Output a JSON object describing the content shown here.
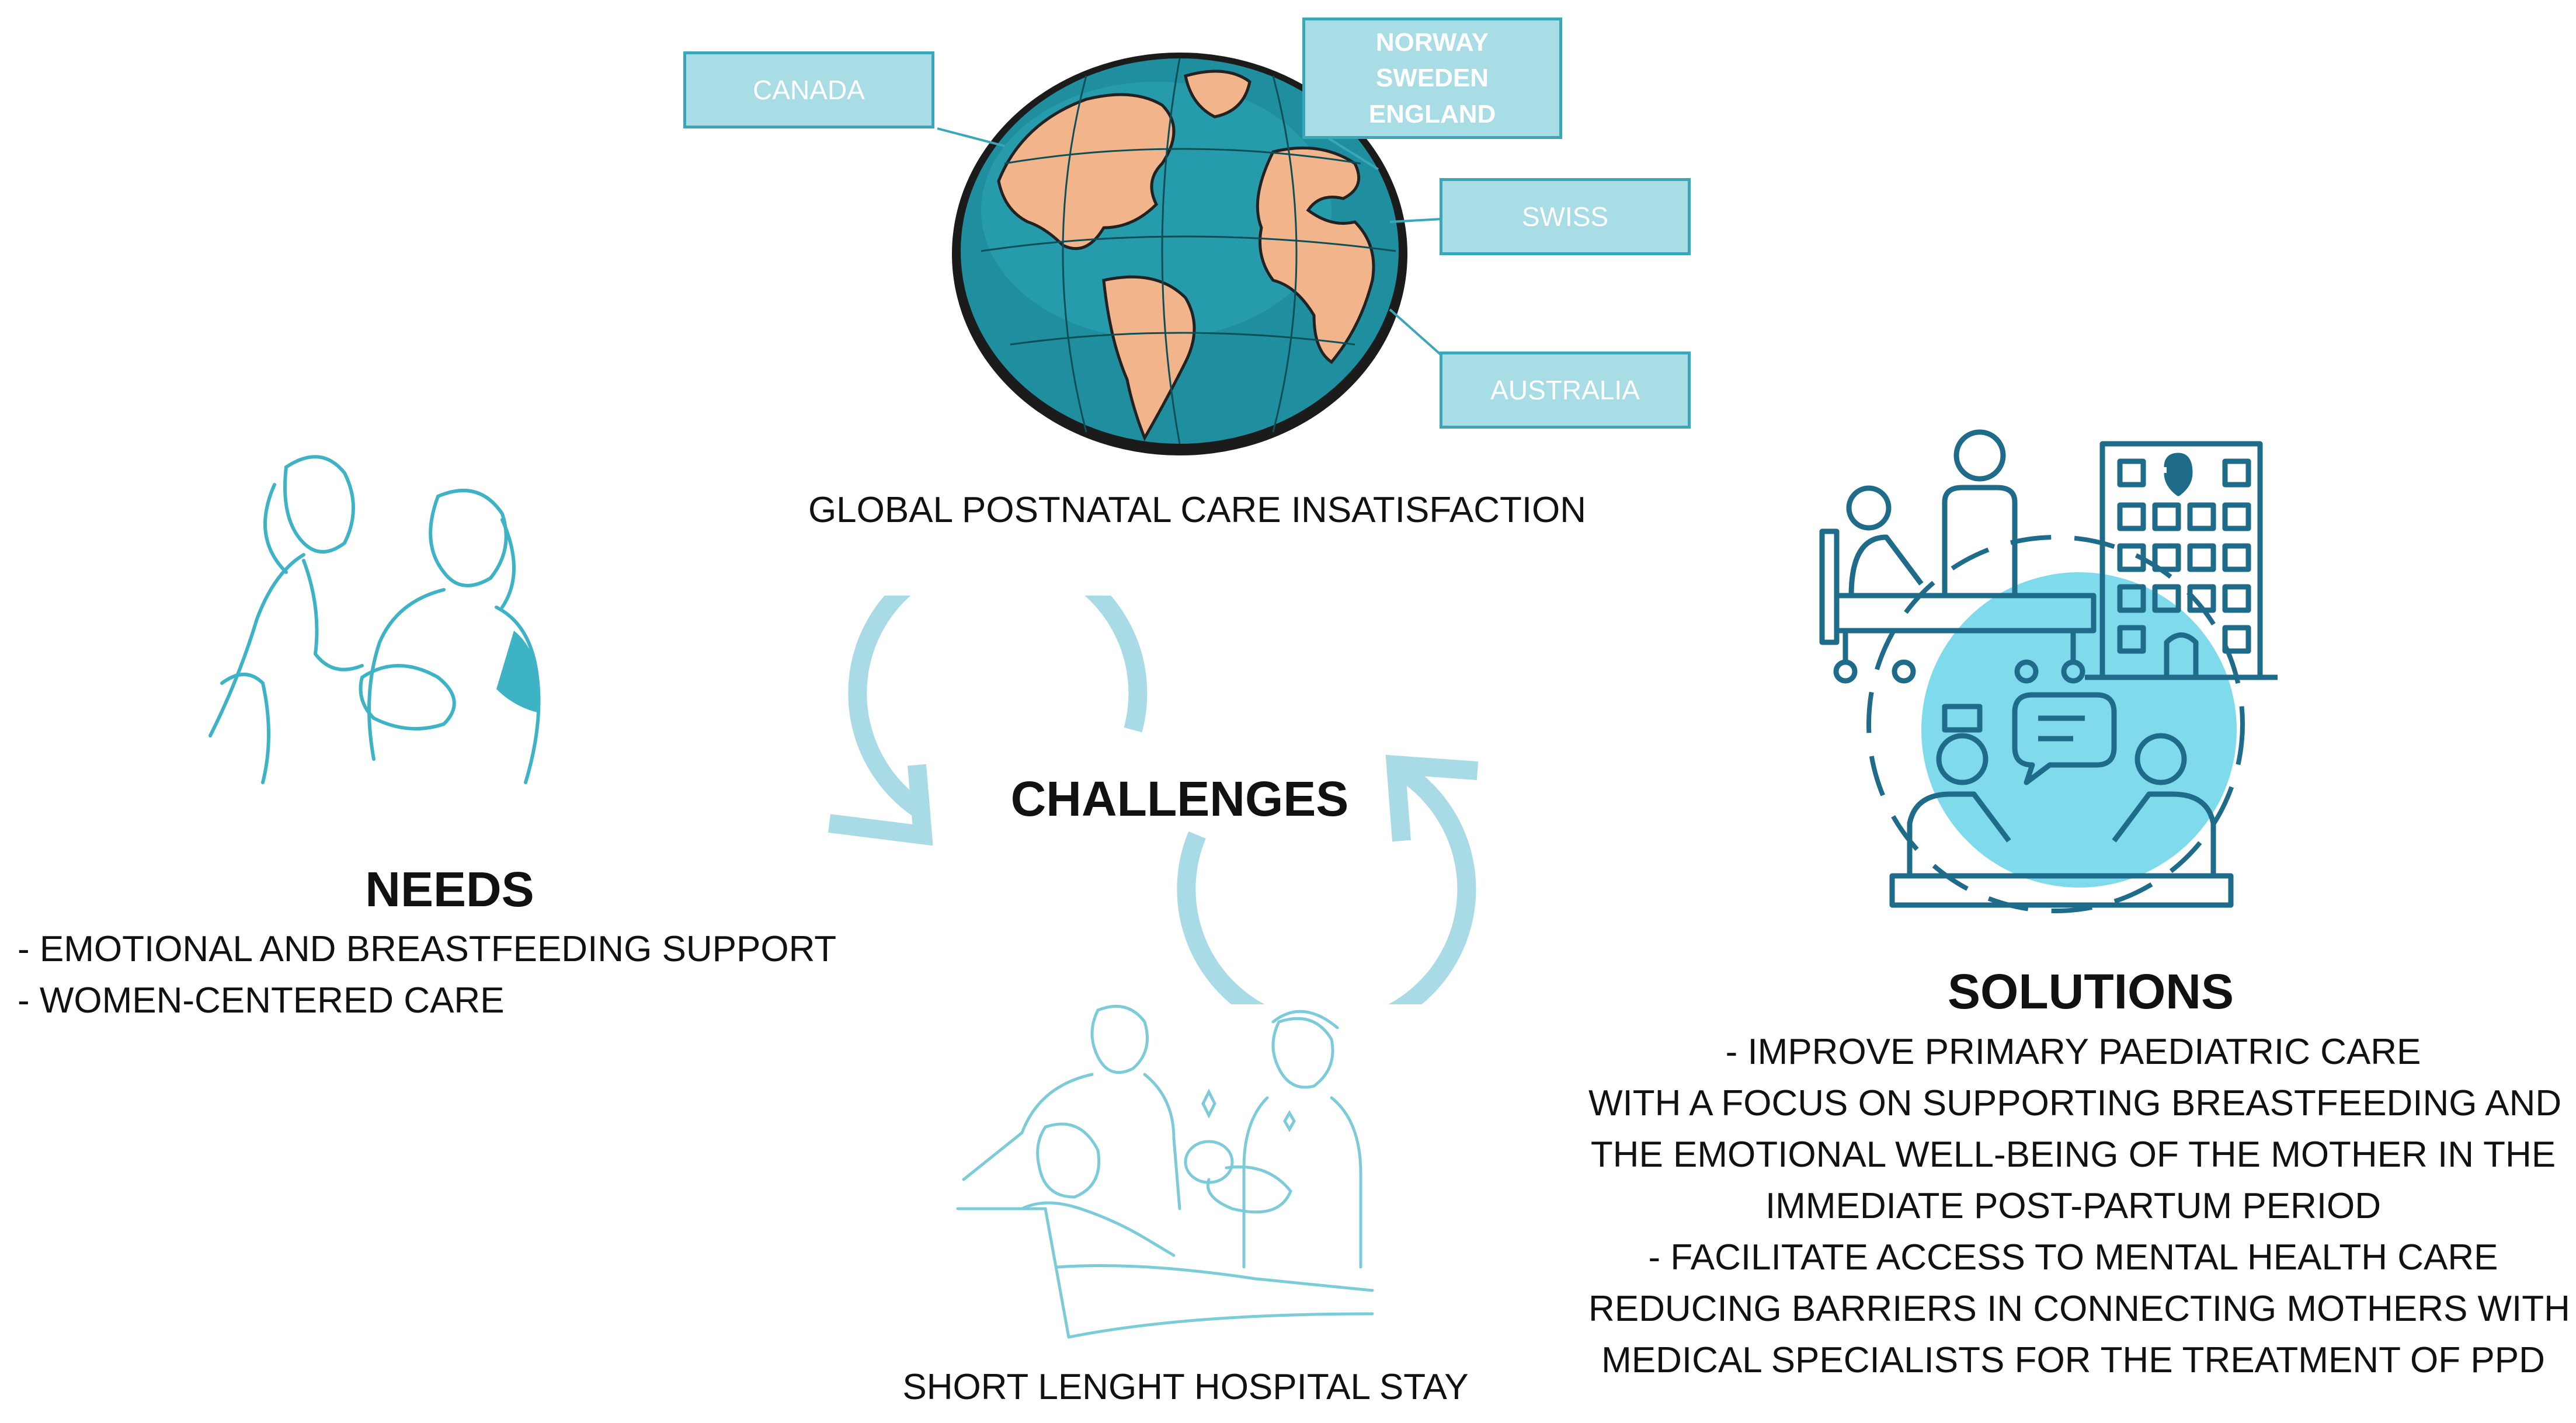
{
  "globe": {
    "countries": [
      {
        "id": "canada",
        "lines": [
          "CANADA"
        ]
      },
      {
        "id": "nordic",
        "lines": [
          "NORWAY",
          "SWEDEN",
          "ENGLAND"
        ]
      },
      {
        "id": "swiss",
        "lines": [
          "SWISS"
        ]
      },
      {
        "id": "australia",
        "lines": [
          "AUSTRALIA"
        ]
      }
    ],
    "caption": "GLOBAL POSTNATAL CARE INSATISFACTION"
  },
  "center": {
    "title": "CHALLENGES"
  },
  "needs": {
    "title": "NEEDS",
    "items": [
      "- EMOTIONAL AND BREASTFEEDING SUPPORT",
      "- WOMEN-CENTERED CARE"
    ]
  },
  "solutions": {
    "title": "SOLUTIONS",
    "lines": [
      "- IMPROVE PRIMARY PAEDIATRIC CARE",
      "WITH A FOCUS ON SUPPORTING BREASTFEEDING AND",
      "THE EMOTIONAL WELL-BEING OF THE MOTHER IN THE",
      "IMMEDIATE POST-PARTUM PERIOD",
      "- FACILITATE ACCESS TO MENTAL HEALTH CARE",
      "REDUCING BARRIERS IN CONNECTING MOTHERS WITH",
      "MEDICAL SPECIALISTS FOR THE TREATMENT OF PPD"
    ]
  },
  "hospital": {
    "caption": "SHORT LENGHT HOSPITAL STAY"
  },
  "colors": {
    "teal": "#3aa7b9",
    "light_teal": "#a8dde6",
    "cycle_arrow": "#a9dbe6",
    "ocean": "#1f8fa0",
    "land": "#f2b48a",
    "illustration": "#3fb3c6"
  },
  "icons": [
    "globe-illustration",
    "mothers-illustration",
    "care-services-icon",
    "family-illustration",
    "cycle-arrows-icon"
  ]
}
